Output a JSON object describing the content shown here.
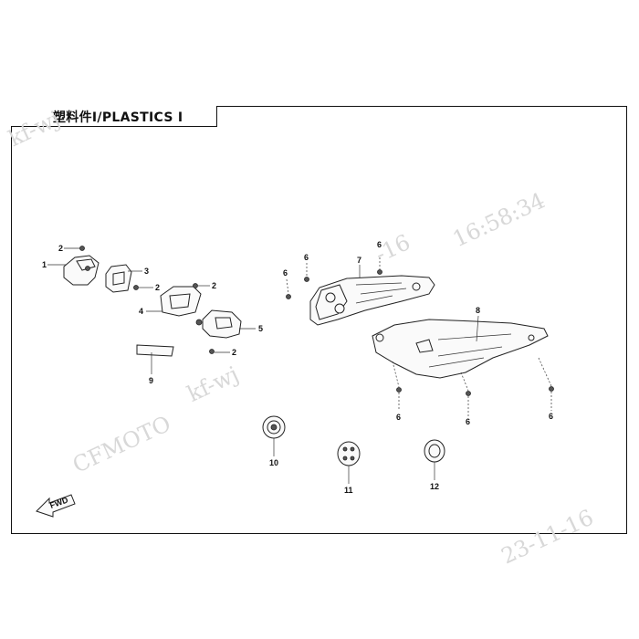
{
  "title": "塑料件Ⅰ/PLASTICS Ⅰ",
  "watermarks": [
    "kf-wj",
    "16:58:34",
    "kf-wj",
    "CFMOTO",
    "-16",
    "23-11-16"
  ],
  "fwd_label": "FWD",
  "callouts": [
    {
      "id": "c1",
      "label": "1"
    },
    {
      "id": "c2a",
      "label": "2"
    },
    {
      "id": "c3",
      "label": "3"
    },
    {
      "id": "c2b",
      "label": "2"
    },
    {
      "id": "c2c",
      "label": "2"
    },
    {
      "id": "c4",
      "label": "4"
    },
    {
      "id": "c5",
      "label": "5"
    },
    {
      "id": "c2d",
      "label": "2"
    },
    {
      "id": "c9",
      "label": "9"
    },
    {
      "id": "c6a",
      "label": "6"
    },
    {
      "id": "c6b",
      "label": "6"
    },
    {
      "id": "c7",
      "label": "7"
    },
    {
      "id": "c6c",
      "label": "6"
    },
    {
      "id": "c8",
      "label": "8"
    },
    {
      "id": "c6d",
      "label": "6"
    },
    {
      "id": "c6e",
      "label": "6"
    },
    {
      "id": "c6f",
      "label": "6"
    },
    {
      "id": "c10",
      "label": "10"
    },
    {
      "id": "c11",
      "label": "11"
    },
    {
      "id": "c12",
      "label": "12"
    }
  ]
}
